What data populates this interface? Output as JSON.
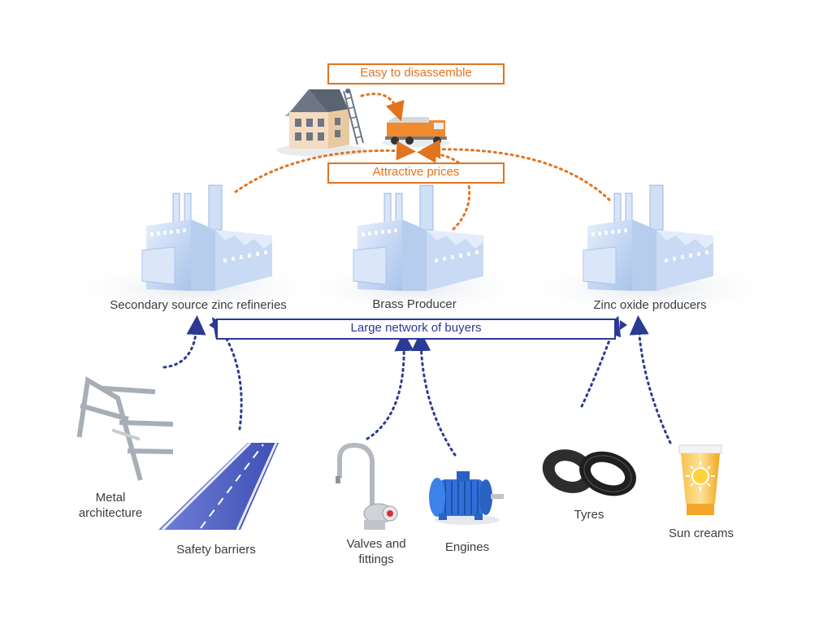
{
  "labels": {
    "easy": "Easy to disassemble",
    "prices": "Attractive prices",
    "network": "Large network of buyers",
    "refineries": "Secondary source zinc refineries",
    "brass": "Brass Producer",
    "zinc_oxide": "Zinc oxide producers",
    "metal_arch_1": "Metal",
    "metal_arch_2": "architecture",
    "barriers": "Safety barriers",
    "valves_1": "Valves and",
    "valves_2": "fittings",
    "engines": "Engines",
    "tyres": "Tyres",
    "sun_creams": "Sun creams"
  },
  "colors": {
    "orange": "#e2731f",
    "blue": "#2b3a93",
    "factory": "#c6d9f4",
    "text": "#3d3d3d"
  }
}
